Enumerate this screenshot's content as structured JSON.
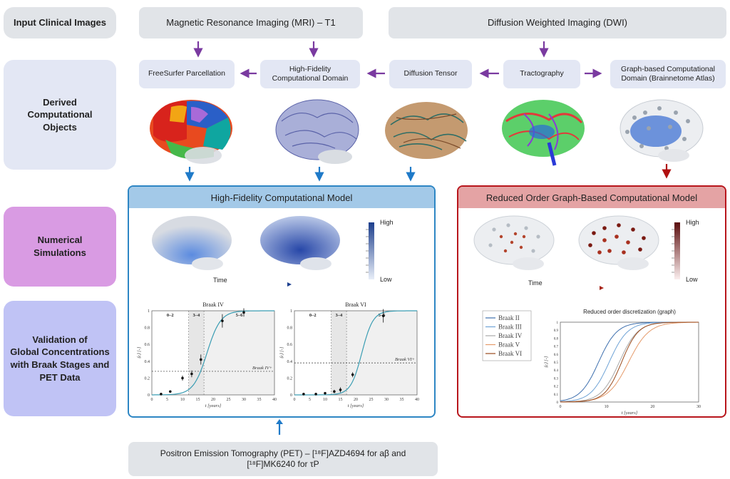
{
  "rows": {
    "input": "Input Clinical Images",
    "derived": "Derived\nComputational\nObjects",
    "numerical": "Numerical\nSimulations",
    "validation": "Validation of\nGlobal Concentrations\nwith Braak Stages and\nPET Data"
  },
  "inputs": {
    "mri": "Magnetic Resonance Imaging (MRI) – T1",
    "dwi": "Diffusion Weighted Imaging (DWI)",
    "pet_line1": "Positron Emission Tomography (PET) – [¹⁸F]AZD4694 for aβ and",
    "pet_line2": "[¹⁸F]MK6240 for τP"
  },
  "derived": {
    "freesurfer": "FreeSurfer Parcellation",
    "hifi_domain": "High-Fidelity\nComputational Domain",
    "tensor": "Diffusion Tensor",
    "tractography": "Tractography",
    "graph_domain": "Graph-based Computational\nDomain (Brainnetome Atlas)"
  },
  "panels": {
    "hifi_title": "High-Fidelity Computational Model",
    "reduced_title": "Reduced Order Graph-Based Computational Model",
    "time_label": "Time",
    "high": "High",
    "low": "Low"
  },
  "colors": {
    "row_input": "#e1e4e8",
    "row_derived": "#e3e7f4",
    "row_numerical": "#d99be3",
    "row_validation": "#c0c3f5",
    "purple_arrow": "#7a3aa0",
    "blue_arrow": "#1f7ac8",
    "red_arrow": "#b01010",
    "hifi_border": "#2d86c4",
    "hifi_header": "#a3c9e8",
    "reduced_border": "#b8161c",
    "reduced_header": "#e4a3a4",
    "fit_curve": "#3a9db3"
  },
  "icons": [
    "brain-parcellation-image",
    "brain-mesh-image",
    "brain-tensor-image",
    "brain-tractography-image",
    "brain-graph-image"
  ],
  "chart_data": [
    {
      "type": "scatter",
      "title": "Braak IV",
      "xlabel": "t [years]",
      "ylabel": "⟨c⟩ [-]",
      "xlim": [
        0,
        40
      ],
      "ylim": [
        0,
        1
      ],
      "xticks": [
        "0",
        "5",
        "10",
        "15",
        "20",
        "25",
        "30",
        "35",
        "40"
      ],
      "yticks": [
        "0",
        "0.2",
        "0.4",
        "0.6",
        "0.8",
        "1"
      ],
      "bands": [
        {
          "label": "0–2",
          "from": 0,
          "to": 12
        },
        {
          "label": "3–4",
          "from": 12,
          "to": 17
        },
        {
          "label": "5–6",
          "from": 17,
          "to": 40
        }
      ],
      "threshold": {
        "y": 0.28,
        "label": "Braak IV+"
      },
      "points": [
        {
          "x": 3,
          "y": 0.01
        },
        {
          "x": 6,
          "y": 0.04
        },
        {
          "x": 10,
          "y": 0.2
        },
        {
          "x": 13,
          "y": 0.25
        },
        {
          "x": 16,
          "y": 0.42
        },
        {
          "x": 23,
          "y": 0.88
        },
        {
          "x": 30,
          "y": 0.98
        }
      ],
      "errors": [
        0.01,
        0.01,
        0.03,
        0.04,
        0.06,
        0.08,
        0.05
      ],
      "curve": {
        "midpoint": 18,
        "steepness": 0.45
      }
    },
    {
      "type": "scatter",
      "title": "Braak VI",
      "xlabel": "t [years]",
      "ylabel": "⟨c⟩ [-]",
      "xlim": [
        0,
        40
      ],
      "ylim": [
        0,
        1
      ],
      "xticks": [
        "0",
        "5",
        "10",
        "15",
        "20",
        "25",
        "30",
        "35",
        "40"
      ],
      "yticks": [
        "0",
        "0.2",
        "0.4",
        "0.6",
        "0.8",
        "1"
      ],
      "bands": [
        {
          "label": "0–2",
          "from": 0,
          "to": 12
        },
        {
          "label": "3–4",
          "from": 12,
          "to": 17
        },
        {
          "label": "5–6",
          "from": 17,
          "to": 40
        }
      ],
      "threshold": {
        "y": 0.38,
        "label": "Braak VI+"
      },
      "points": [
        {
          "x": 3,
          "y": 0.01
        },
        {
          "x": 7,
          "y": 0.01
        },
        {
          "x": 10,
          "y": 0.02
        },
        {
          "x": 13,
          "y": 0.04
        },
        {
          "x": 15,
          "y": 0.06
        },
        {
          "x": 19,
          "y": 0.24
        },
        {
          "x": 29,
          "y": 0.94
        }
      ],
      "errors": [
        0.01,
        0.01,
        0.01,
        0.02,
        0.03,
        0.03,
        0.08
      ],
      "curve": {
        "midpoint": 22,
        "steepness": 0.55
      }
    },
    {
      "type": "line",
      "title": "Reduced order discretization (graph)",
      "xlabel": "t [years]",
      "ylabel": "⟨c⟩ [-]",
      "xlim": [
        0,
        30
      ],
      "ylim": [
        0,
        1
      ],
      "xticks": [
        "0",
        "10",
        "20",
        "30"
      ],
      "yticks": [
        "0",
        "0.1",
        "0.2",
        "0.3",
        "0.4",
        "0.5",
        "0.6",
        "0.7",
        "0.8",
        "0.9",
        "1"
      ],
      "series": [
        {
          "name": "Braak II",
          "color": "#3d6fae",
          "midpoint": 8.3,
          "steepness": 0.5
        },
        {
          "name": "Braak III",
          "color": "#6fa3d6",
          "midpoint": 10.6,
          "steepness": 0.5
        },
        {
          "name": "Braak IV",
          "color": "#a8a8a8",
          "midpoint": 12.8,
          "steepness": 0.5
        },
        {
          "name": "Braak V",
          "color": "#e59a6a",
          "midpoint": 14.8,
          "steepness": 0.45
        },
        {
          "name": "Braak VI",
          "color": "#9a4a1c",
          "midpoint": 13.3,
          "steepness": 0.55
        }
      ]
    }
  ]
}
